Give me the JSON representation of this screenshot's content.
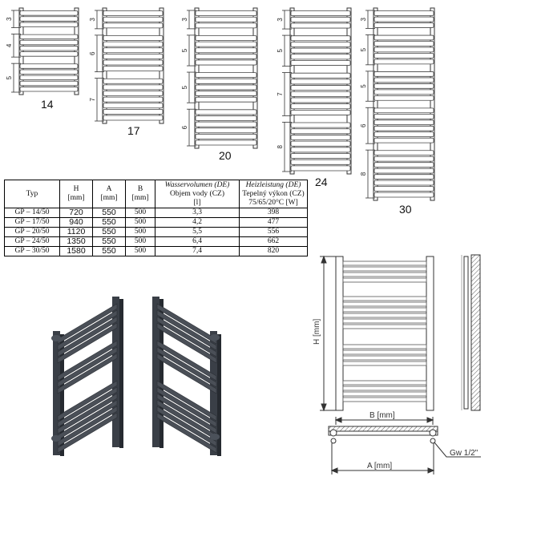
{
  "models": [
    {
      "label": "14",
      "groups": [
        "3",
        "4",
        "5"
      ]
    },
    {
      "label": "17",
      "groups": [
        "3",
        "6",
        "7"
      ]
    },
    {
      "label": "20",
      "groups": [
        "3",
        "5",
        "5",
        "6"
      ]
    },
    {
      "label": "24",
      "groups": [
        "3",
        "5",
        "7",
        "8"
      ]
    },
    {
      "label": "30",
      "groups": [
        "3",
        "5",
        "5",
        "6",
        "8"
      ]
    }
  ],
  "table": {
    "headers": {
      "typ": "Typ",
      "h": "H",
      "h_unit": "[mm]",
      "a": "A",
      "a_unit": "[mm]",
      "b": "B",
      "b_unit": "[mm]",
      "water_de": "Wasservolumen (DE)",
      "water_cz": "Objem vody (CZ)",
      "water_unit": "[l]",
      "heat_de": "Heizleistung (DE)",
      "heat_cz": "Tepelný výkon (CZ)",
      "heat_unit": "75/65/20°C [W]"
    },
    "rows": [
      {
        "typ": "GP – 14/50",
        "h": "720",
        "a": "550",
        "b": "500",
        "water": "3,3",
        "heat": "398"
      },
      {
        "typ": "GP – 17/50",
        "h": "940",
        "a": "550",
        "b": "500",
        "water": "4,2",
        "heat": "477"
      },
      {
        "typ": "GP – 20/50",
        "h": "1120",
        "a": "550",
        "b": "500",
        "water": "5,5",
        "heat": "556"
      },
      {
        "typ": "GP – 24/50",
        "h": "1350",
        "a": "550",
        "b": "500",
        "water": "6,4",
        "heat": "662"
      },
      {
        "typ": "GP – 30/50",
        "h": "1580",
        "a": "550",
        "b": "500",
        "water": "7,4",
        "heat": "820"
      }
    ]
  },
  "dimensions": {
    "h_label": "H [mm]",
    "b_label": "B [mm]",
    "a_label": "A [mm]",
    "thread_label": "Gw 1/2\""
  },
  "colors": {
    "line": "#333333",
    "radiator": "#3a3f47",
    "radiator_light": "#6b7079"
  }
}
